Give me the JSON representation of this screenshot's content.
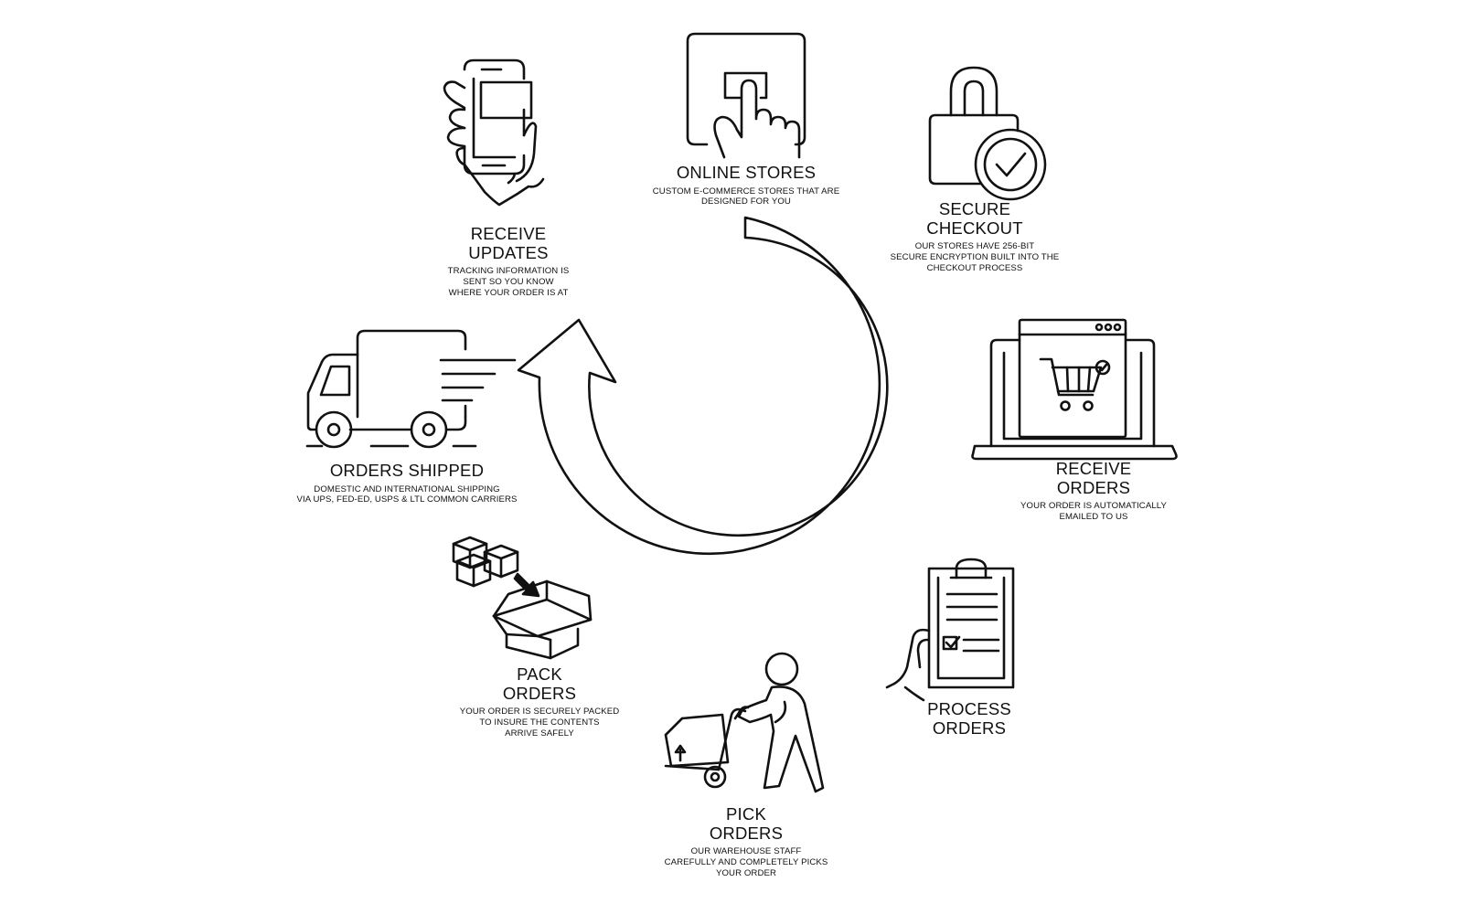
{
  "colors": {
    "stroke": "#111111",
    "background": "#ffffff"
  },
  "steps": [
    {
      "id": "online-stores",
      "icon": "touch-screen-icon",
      "title": [
        "ONLINE STORES"
      ],
      "desc": [
        "CUSTOM E-COMMERCE STORES THAT ARE",
        "DESIGNED FOR YOU"
      ]
    },
    {
      "id": "secure-checkout",
      "icon": "padlock-check-icon",
      "title": [
        "SECURE",
        "CHECKOUT"
      ],
      "desc": [
        "OUR STORES HAVE 256-BIT",
        "SECURE ENCRYPTION BUILT INTO THE",
        "CHECKOUT PROCESS"
      ]
    },
    {
      "id": "receive-orders",
      "icon": "laptop-cart-icon",
      "title": [
        "RECEIVE",
        "ORDERS"
      ],
      "desc": [
        "YOUR ORDER IS AUTOMATICALLY",
        "EMAILED TO US"
      ]
    },
    {
      "id": "process-orders",
      "icon": "clipboard-check-icon",
      "title": [
        "PROCESS",
        "ORDERS"
      ],
      "desc": []
    },
    {
      "id": "pick-orders",
      "icon": "hand-truck-worker-icon",
      "title": [
        "PICK",
        "ORDERS"
      ],
      "desc": [
        "OUR WAREHOUSE STAFF",
        "CAREFULLY AND COMPLETELY PICKS",
        "YOUR ORDER"
      ]
    },
    {
      "id": "pack-orders",
      "icon": "boxes-packing-icon",
      "title": [
        "PACK",
        "ORDERS"
      ],
      "desc": [
        "YOUR ORDER IS SECURELY PACKED",
        "TO INSURE THE CONTENTS",
        "ARRIVE SAFELY"
      ]
    },
    {
      "id": "orders-shipped",
      "icon": "delivery-truck-icon",
      "title": [
        "ORDERS SHIPPED"
      ],
      "desc": [
        "DOMESTIC AND INTERNATIONAL SHIPPING",
        "VIA UPS, FED-ED, USPS & LTL COMMON CARRIERS"
      ]
    },
    {
      "id": "receive-updates",
      "icon": "smartphone-hand-icon",
      "title": [
        "RECEIVE",
        "UPDATES"
      ],
      "desc": [
        "TRACKING INFORMATION IS",
        "SENT SO YOU KNOW",
        "WHERE YOUR ORDER IS AT"
      ]
    }
  ]
}
